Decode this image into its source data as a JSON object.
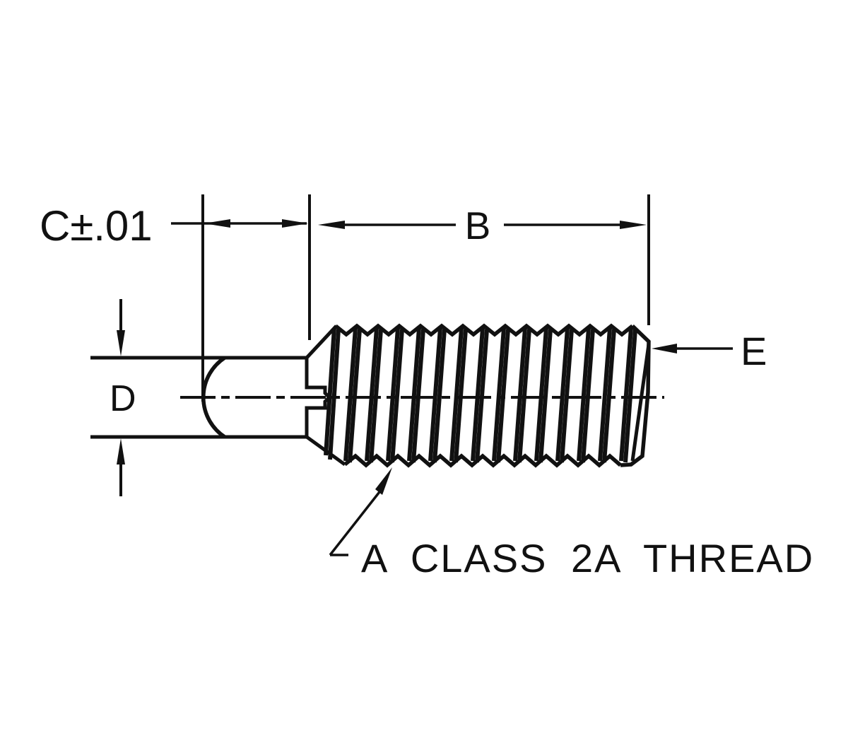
{
  "drawing": {
    "labels": {
      "dim_c": "C±.01",
      "dim_b": "B",
      "dim_d": "D",
      "dim_e": "E",
      "thread_note": "A CLASS 2A THREAD"
    },
    "colors": {
      "ink": "#111111",
      "background": "#ffffff"
    }
  }
}
